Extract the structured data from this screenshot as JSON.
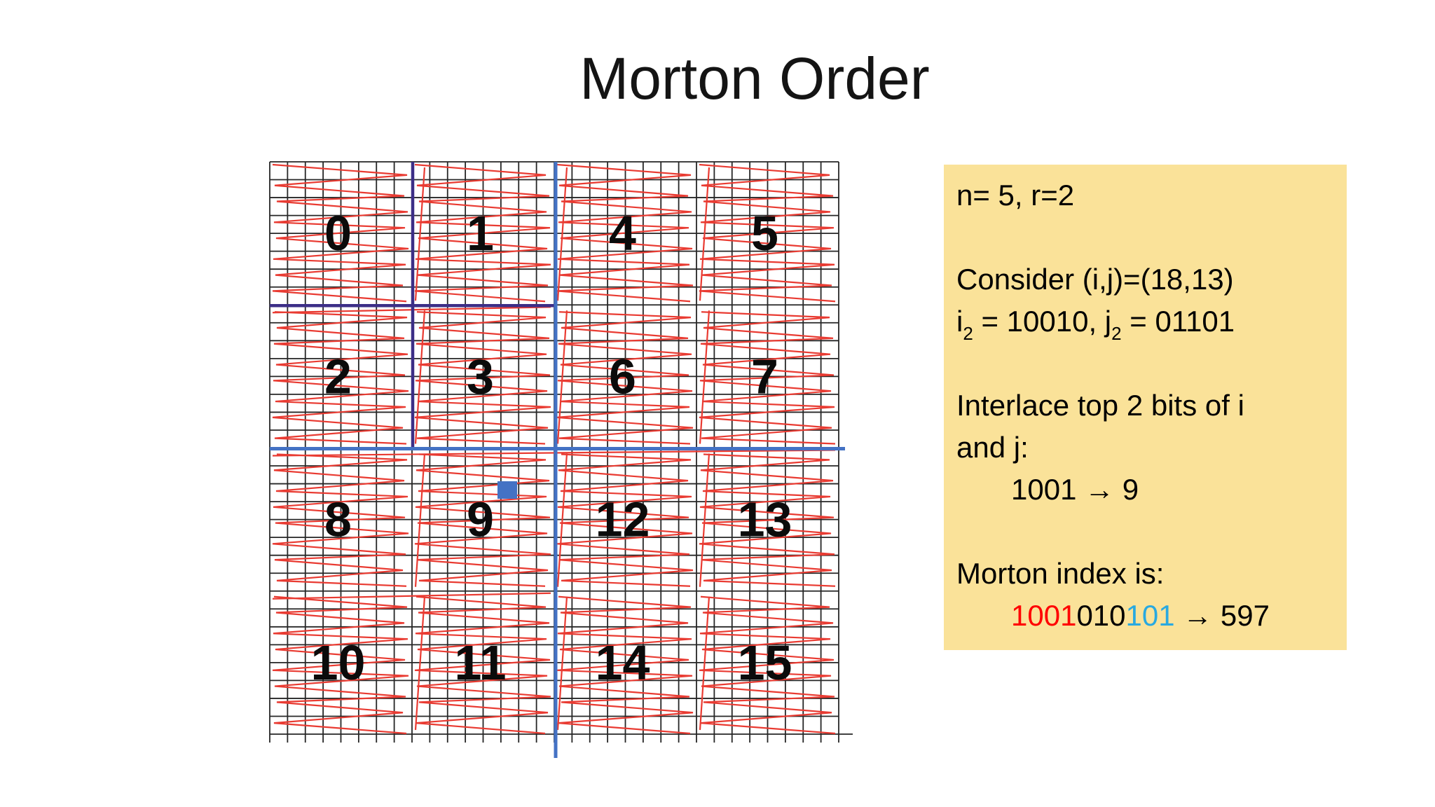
{
  "slide": {
    "title": "Morton Order",
    "background": "#FFFFFF"
  },
  "grid": {
    "block_rows": 4,
    "block_cols": 4,
    "cells_per_block": 8,
    "fine_cells": 32,
    "block_labels": [
      [
        "0",
        "1",
        "4",
        "5"
      ],
      [
        "2",
        "3",
        "6",
        "7"
      ],
      [
        "8",
        "9",
        "12",
        "13"
      ],
      [
        "10",
        "11",
        "14",
        "15"
      ]
    ],
    "marker_cell": {
      "i": 18,
      "j": 13
    },
    "colors": {
      "fine_line": "#262626",
      "curve_red": "#E93B32",
      "quadrant_blue": "#4472C4",
      "subquadrant_purple": "#3C2E87",
      "marker_blue": "#4472C4",
      "label_black": "#0B0B0B"
    }
  },
  "info_box": {
    "background": "#FAE299",
    "colors": {
      "red": "#FF0000",
      "cyan": "#29A9E0",
      "black": "#000000"
    },
    "lines": [
      [
        {
          "t": "n= 5, r=2"
        }
      ],
      [],
      [
        {
          "t": "Consider (i,j)=(18,13)"
        }
      ],
      [
        {
          "t": "i"
        },
        {
          "t": "2",
          "s": "sub"
        },
        {
          "t": " = 10010, j"
        },
        {
          "t": "2",
          "s": "sub"
        },
        {
          "t": " = 01101"
        }
      ],
      [],
      [
        {
          "t": "Interlace top 2 bits of i"
        }
      ],
      [
        {
          "t": "and j:"
        }
      ],
      [
        {
          "t": "1001 → 9",
          "ind": true
        }
      ],
      [],
      [
        {
          "t": "Morton index is:"
        }
      ],
      [
        {
          "t": "1001",
          "c": "red",
          "ind": true
        },
        {
          "t": "010"
        },
        {
          "t": "101",
          "c": "cyan"
        },
        {
          "t": " → 597"
        }
      ]
    ]
  }
}
